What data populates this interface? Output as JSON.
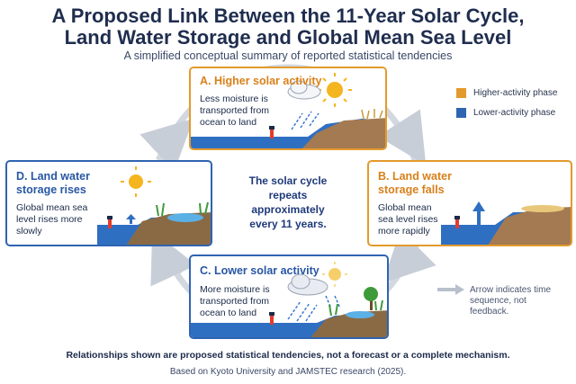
{
  "title_line1": "A Proposed Link Between the 11-Year Solar Cycle,",
  "title_line2": "Land Water Storage and Global Mean Sea Level",
  "subtitle": "A simplified conceptual summary of reported statistical tendencies",
  "center_text": "The solar cycle repeats approximately every 11 years.",
  "cards": {
    "a": {
      "title": "A. Higher solar activity",
      "body": "Less moisture is transported from ocean to land"
    },
    "b": {
      "title": "B. Land water storage falls",
      "body": "Global mean sea level rises more rapidly"
    },
    "c": {
      "title": "C. Lower solar activity",
      "body": "More moisture is transported from ocean to land"
    },
    "d": {
      "title": "D. Land water storage rises",
      "body": "Global mean sea level rises more slowly"
    }
  },
  "legend": {
    "higher": {
      "label": "Higher-activity phase",
      "color": "#e39a2c"
    },
    "lower": {
      "label": "Lower-activity phase",
      "color": "#2f64b0"
    }
  },
  "arrow_note": "Arrow indicates time sequence, not feedback.",
  "footer_note": "Relationships shown are proposed statistical tendencies, not a forecast or a complete mechanism.",
  "source": "Based on Kyoto University and JAMSTEC research (2025)."
}
